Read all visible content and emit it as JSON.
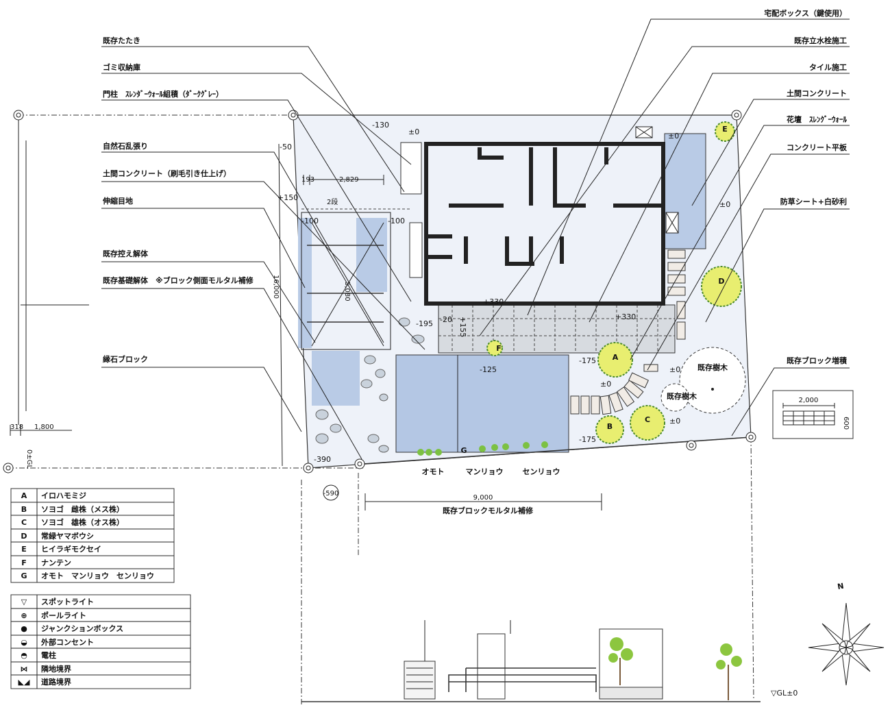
{
  "callouts_left": [
    "既存たたき",
    "ゴミ収納庫",
    "門柱　ｽﾚﾝﾀﾞｰｳｫｰﾙ組積（ﾀﾞｰｸｸﾞﾚｰ）",
    "自然石乱張り",
    "土間コンクリート（刷毛引き仕上げ）",
    "伸縮目地",
    "既存控え解体",
    "既存基礎解体　※ブロック側面モルタル補修",
    "縁石ブロック"
  ],
  "callouts_right": [
    "宅配ボックス（鍵使用）",
    "既存立水栓施工",
    "タイル施工",
    "土間コンクリート",
    "花壇　ｽﾚﾝｸﾞｰｳｫｰﾙ",
    "コンクリート平板",
    "防草シート+白砂利",
    "既存ブロック増積"
  ],
  "levels": [
    "-130",
    "±0",
    "±0",
    "-50",
    "+150",
    "-100",
    "-100",
    "-195",
    "-20",
    "+155",
    "+330",
    "+330",
    "-125",
    "-175",
    "-175",
    "±0",
    "±0",
    "±0",
    "±0",
    "-390",
    "-590",
    "±0"
  ],
  "dims": {
    "d193": "193",
    "d2829": "2,829",
    "steps": "2段",
    "d16000": "16,000",
    "d5080": "5,080",
    "d318": "318",
    "d1800": "1,800",
    "gl_left": "0±GL",
    "d9000": "9,000",
    "repair": "既存ブロックモルタル補修",
    "scale_w": "2,000",
    "scale_h": "600"
  },
  "existing_trees": [
    "既存樹木",
    "既存樹木"
  ],
  "tree_marks": [
    "A",
    "B",
    "C",
    "D",
    "E",
    "F",
    "G"
  ],
  "plant_labels": [
    "オモト",
    "マンリョウ",
    "センリョウ"
  ],
  "plant_legend": [
    {
      "key": "A",
      "name": "イロハモミジ"
    },
    {
      "key": "B",
      "name": "ソヨゴ　雌株（メス株）"
    },
    {
      "key": "C",
      "name": "ソヨゴ　雄株（オス株）"
    },
    {
      "key": "D",
      "name": "常緑ヤマボウシ"
    },
    {
      "key": "E",
      "name": "ヒイラギモクセイ"
    },
    {
      "key": "F",
      "name": "ナンテン"
    },
    {
      "key": "G",
      "name": "オモト　マンリョウ　センリョウ"
    }
  ],
  "symbol_legend": [
    {
      "symbol": "▽",
      "icon": "spotlight-icon",
      "name": "スポットライト"
    },
    {
      "symbol": "⊕",
      "icon": "pole-light-icon",
      "name": "ポールライト"
    },
    {
      "symbol": "●",
      "icon": "junction-box-icon",
      "name": "ジャンクションボックス"
    },
    {
      "symbol": "◒",
      "icon": "outdoor-outlet-icon",
      "name": "外部コンセント"
    },
    {
      "symbol": "◓",
      "icon": "utility-pole-icon",
      "name": "電柱"
    },
    {
      "symbol": "⋈",
      "icon": "neighbor-boundary-icon",
      "name": "隣地境界"
    },
    {
      "symbol": "◣◢",
      "icon": "road-boundary-icon",
      "name": "道路境界"
    }
  ],
  "elevation": {
    "gl": "▽GL±0"
  },
  "compass": {
    "north": "N"
  },
  "colors": {
    "water_blue": "#b9cbe6",
    "light_blue": "#e4ecf6",
    "tree_yellow": "#eef07a",
    "tree_green": "#6fbf3a",
    "line": "#222222"
  }
}
